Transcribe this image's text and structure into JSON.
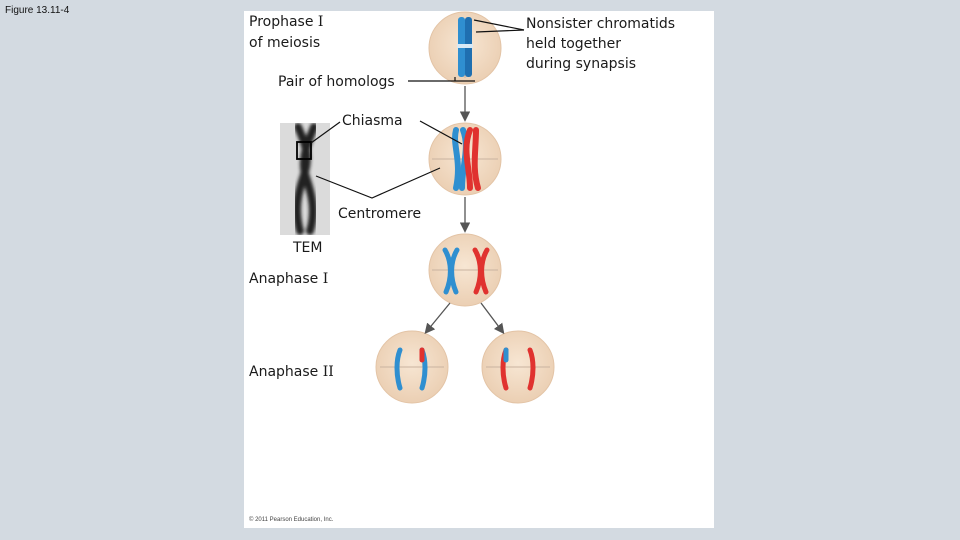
{
  "figure_label": "Figure 13.11-4",
  "labels": {
    "prophase_1": "Prophase ",
    "prophase_1_roman": "I",
    "prophase_2": "of meiosis",
    "pair_homologs": "Pair of homologs",
    "chiasma": "Chiasma",
    "centromere": "Centromere",
    "tem": "TEM",
    "anaphase_1": "Anaphase ",
    "anaphase_1_roman": "I",
    "anaphase_2": "Anaphase ",
    "anaphase_2_roman": "II",
    "nonsister_1": "Nonsister chromatids",
    "nonsister_2": "held together",
    "nonsister_3": "during synapsis"
  },
  "copyright": "© 2011 Pearson Education, Inc.",
  "colors": {
    "background": "#d3dae1",
    "panel": "#ffffff",
    "cell": "#f3dcc4",
    "maternal_chromosome": "#2f8fd0",
    "paternal_chromosome": "#e0322f",
    "arrow": "#555555",
    "leader_line": "#111111"
  }
}
